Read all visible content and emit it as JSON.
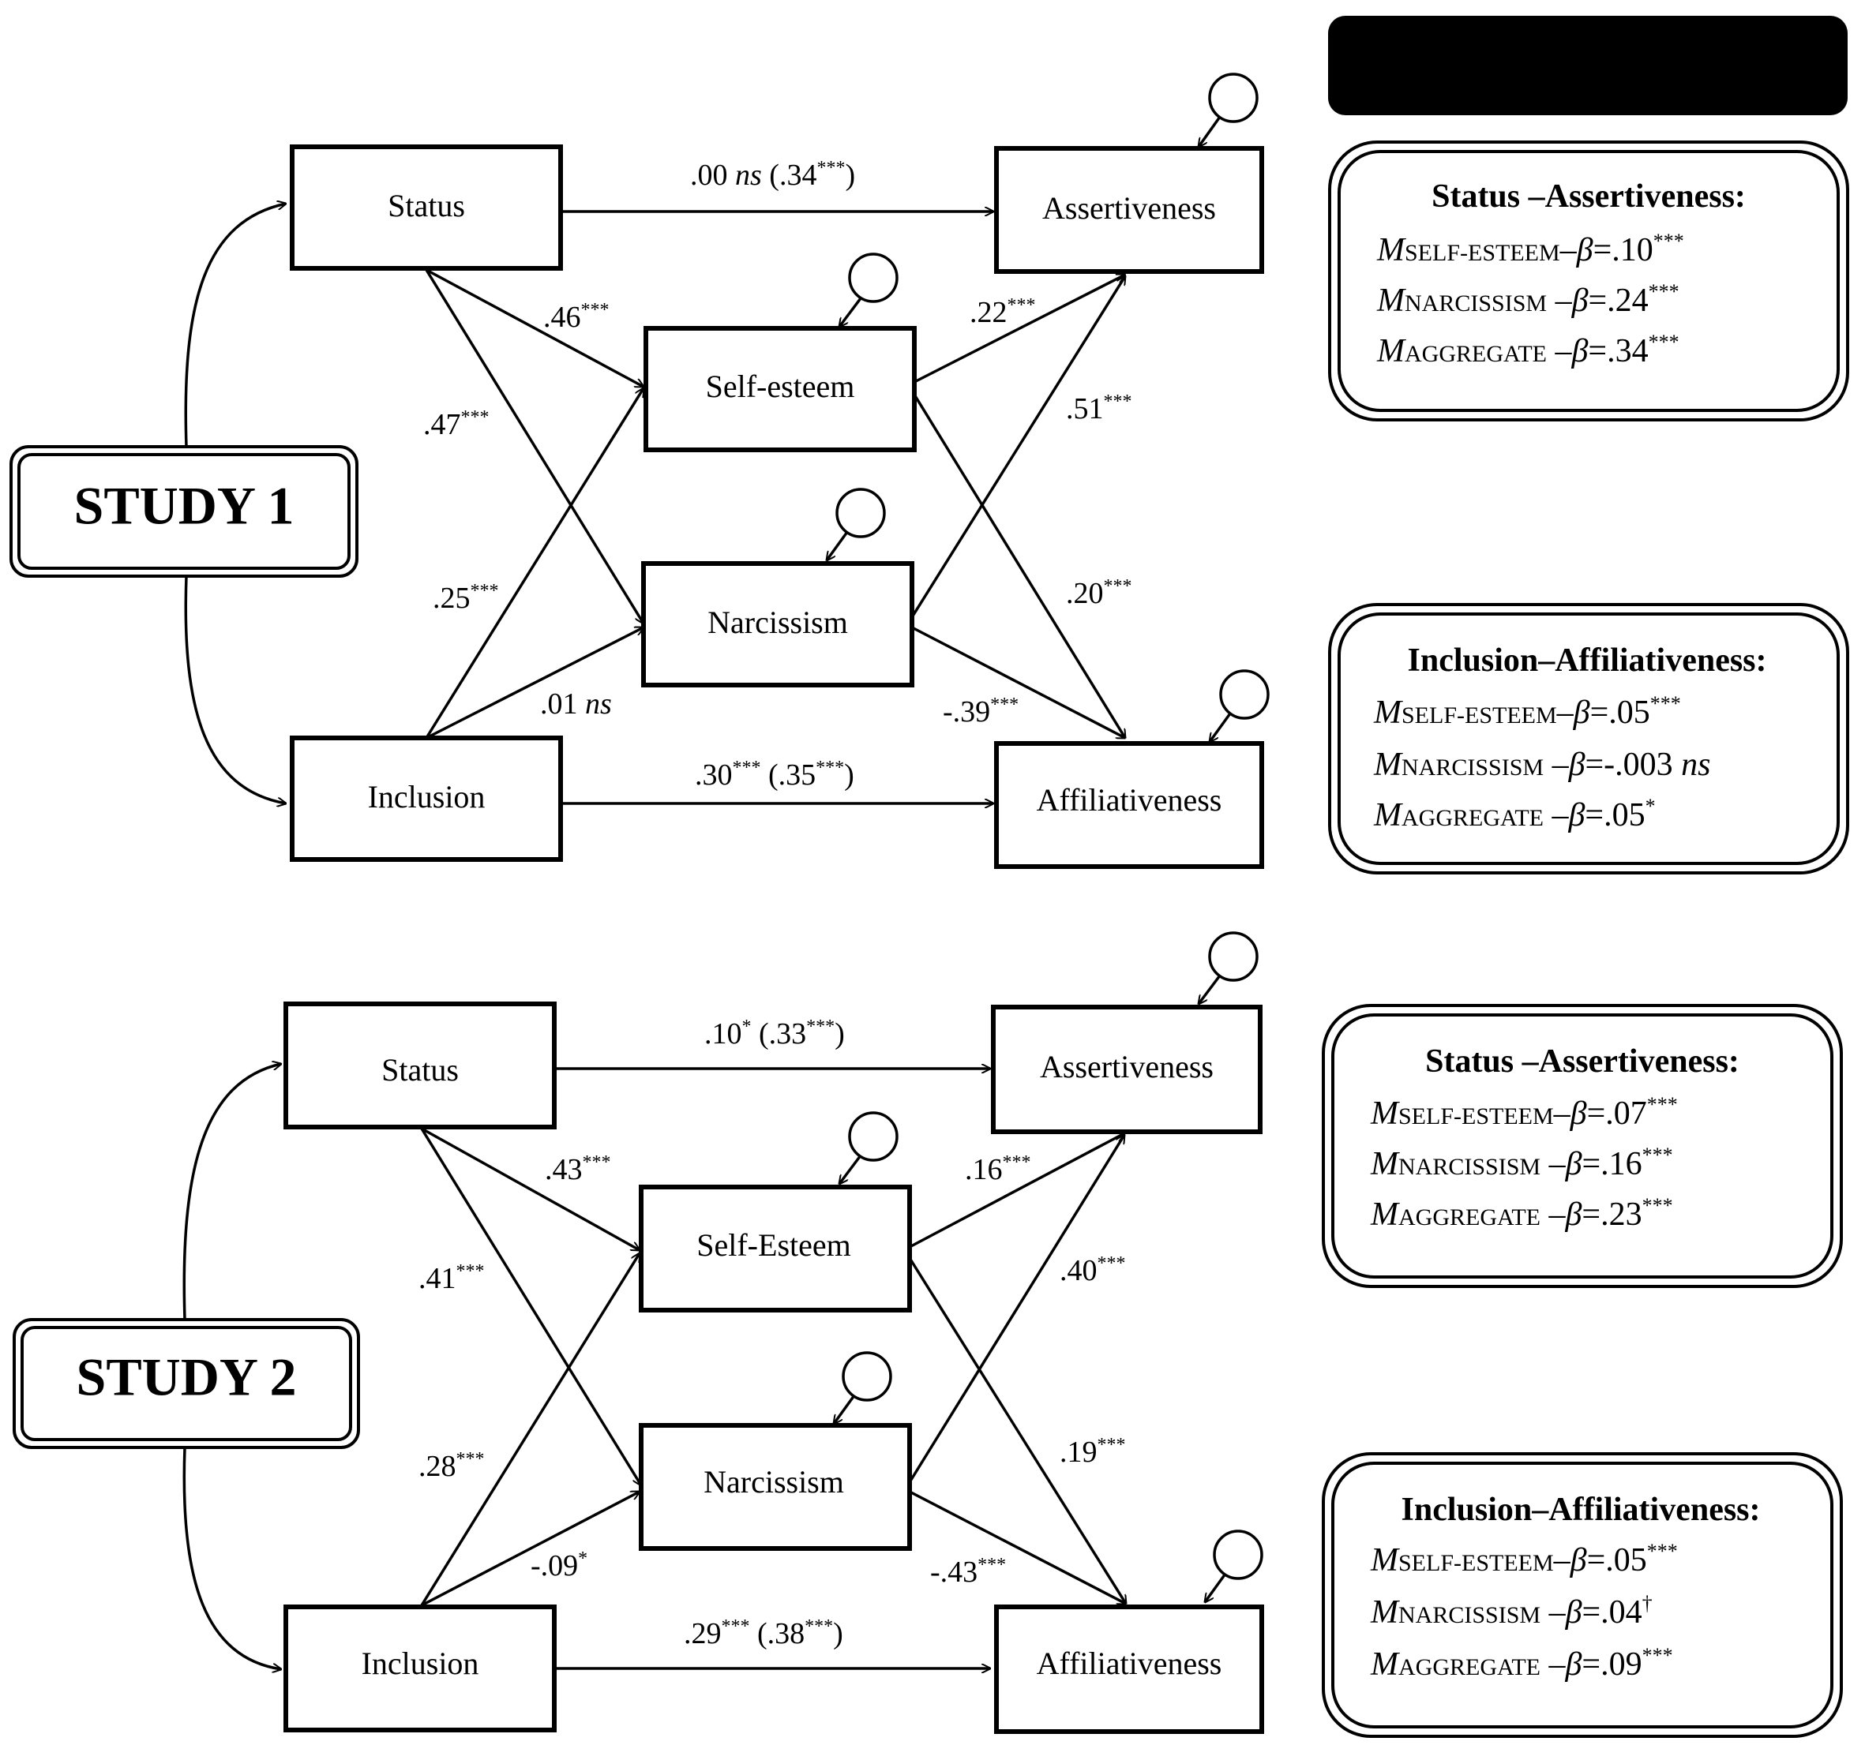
{
  "indirect_effects_title": "INDIRECT EFFECTS",
  "studies": [
    {
      "label": "STUDY 1",
      "nodes": {
        "status": "Status",
        "inclusion": "Inclusion",
        "self_esteem": "Self-esteem",
        "narcissism": "Narcissism",
        "assertiveness": "Assertiveness",
        "affiliativeness": "Affiliativeness"
      },
      "edges": {
        "status_assert": {
          "pre": ".00 ",
          "ital": "ns",
          "post": " (.34",
          "sup": "***",
          "tail": ")"
        },
        "status_self": {
          "val": ".46",
          "sup": "***"
        },
        "status_narc": {
          "val": ".47",
          "sup": "***"
        },
        "incl_self": {
          "val": ".25",
          "sup": "***"
        },
        "incl_narc": {
          "pre": ".01 ",
          "ital": "ns"
        },
        "incl_affil": {
          "pre": ".30",
          "sup1": "***",
          "mid": " (.35",
          "sup2": "***",
          "tail": ")"
        },
        "self_assert": {
          "val": ".22",
          "sup": "***"
        },
        "narc_assert": {
          "val": ".51",
          "sup": "***"
        },
        "self_affil": {
          "val": ".20",
          "sup": "***"
        },
        "narc_affil": {
          "val": "-.39",
          "sup": "***"
        }
      },
      "indirect": [
        {
          "title": "Status –Assertiveness:",
          "rows": [
            {
              "m": "M",
              "sub": "SELF-ESTEEM",
              "dash": "–",
              "beta": "β",
              "eq": "=.10",
              "sup": "***",
              "ns": ""
            },
            {
              "m": "M",
              "sub": "NARCISSISM",
              "dash": " –",
              "beta": "β",
              "eq": "=.24",
              "sup": "***",
              "ns": ""
            },
            {
              "m": "M",
              "sub": "AGGREGATE",
              "dash": " –",
              "beta": "β",
              "eq": "=.34",
              "sup": "***",
              "ns": ""
            }
          ]
        },
        {
          "title": "Inclusion–Affiliativeness:",
          "rows": [
            {
              "m": "M",
              "sub": "SELF-ESTEEM",
              "dash": "–",
              "beta": "β",
              "eq": "=.05",
              "sup": "***",
              "ns": ""
            },
            {
              "m": "M",
              "sub": "NARCISSISM",
              "dash": " –",
              "beta": "β",
              "eq": "=-.003 ",
              "sup": "",
              "ns": "ns"
            },
            {
              "m": "M",
              "sub": "AGGREGATE",
              "dash": " –",
              "beta": "β",
              "eq": "=.05",
              "sup": "*",
              "ns": ""
            }
          ]
        }
      ]
    },
    {
      "label": "STUDY 2",
      "nodes": {
        "status": "Status",
        "inclusion": "Inclusion",
        "self_esteem": "Self-Esteem",
        "narcissism": "Narcissism",
        "assertiveness": "Assertiveness",
        "affiliativeness": "Affiliativeness"
      },
      "edges": {
        "status_assert": {
          "pre": ".10",
          "sup1": "*",
          "mid": " (.33",
          "sup2": "***",
          "tail": ")"
        },
        "status_self": {
          "val": ".43",
          "sup": "***"
        },
        "status_narc": {
          "val": ".41",
          "sup": "***"
        },
        "incl_self": {
          "val": ".28",
          "sup": "***"
        },
        "incl_narc": {
          "val": "-.09",
          "sup": "*"
        },
        "incl_affil": {
          "pre": ".29",
          "sup1": "***",
          "mid": " (.38",
          "sup2": "***",
          "tail": ")"
        },
        "self_assert": {
          "val": ".16",
          "sup": "***"
        },
        "narc_assert": {
          "val": ".40",
          "sup": "***"
        },
        "self_affil": {
          "val": ".19",
          "sup": "***"
        },
        "narc_affil": {
          "val": "-.43",
          "sup": "***"
        }
      },
      "indirect": [
        {
          "title": "Status –Assertiveness:",
          "rows": [
            {
              "m": "M",
              "sub": "SELF-ESTEEM",
              "dash": "–",
              "beta": "β",
              "eq": "=.07",
              "sup": "***",
              "ns": ""
            },
            {
              "m": "M",
              "sub": "NARCISSISM",
              "dash": " –",
              "beta": "β",
              "eq": "=.16",
              "sup": "***",
              "ns": ""
            },
            {
              "m": "M",
              "sub": "AGGREGATE",
              "dash": " –",
              "beta": "β",
              "eq": "=.23",
              "sup": "***",
              "ns": ""
            }
          ]
        },
        {
          "title": "Inclusion–Affiliativeness:",
          "rows": [
            {
              "m": "M",
              "sub": "SELF-ESTEEM",
              "dash": "–",
              "beta": "β",
              "eq": "=.05",
              "sup": "***",
              "ns": ""
            },
            {
              "m": "M",
              "sub": "NARCISSISM",
              "dash": " –",
              "beta": "β",
              "eq": "=.04",
              "sup": "†",
              "ns": ""
            },
            {
              "m": "M",
              "sub": "AGGREGATE",
              "dash": " –",
              "beta": "β",
              "eq": "=.09",
              "sup": "***",
              "ns": ""
            }
          ]
        }
      ]
    }
  ]
}
